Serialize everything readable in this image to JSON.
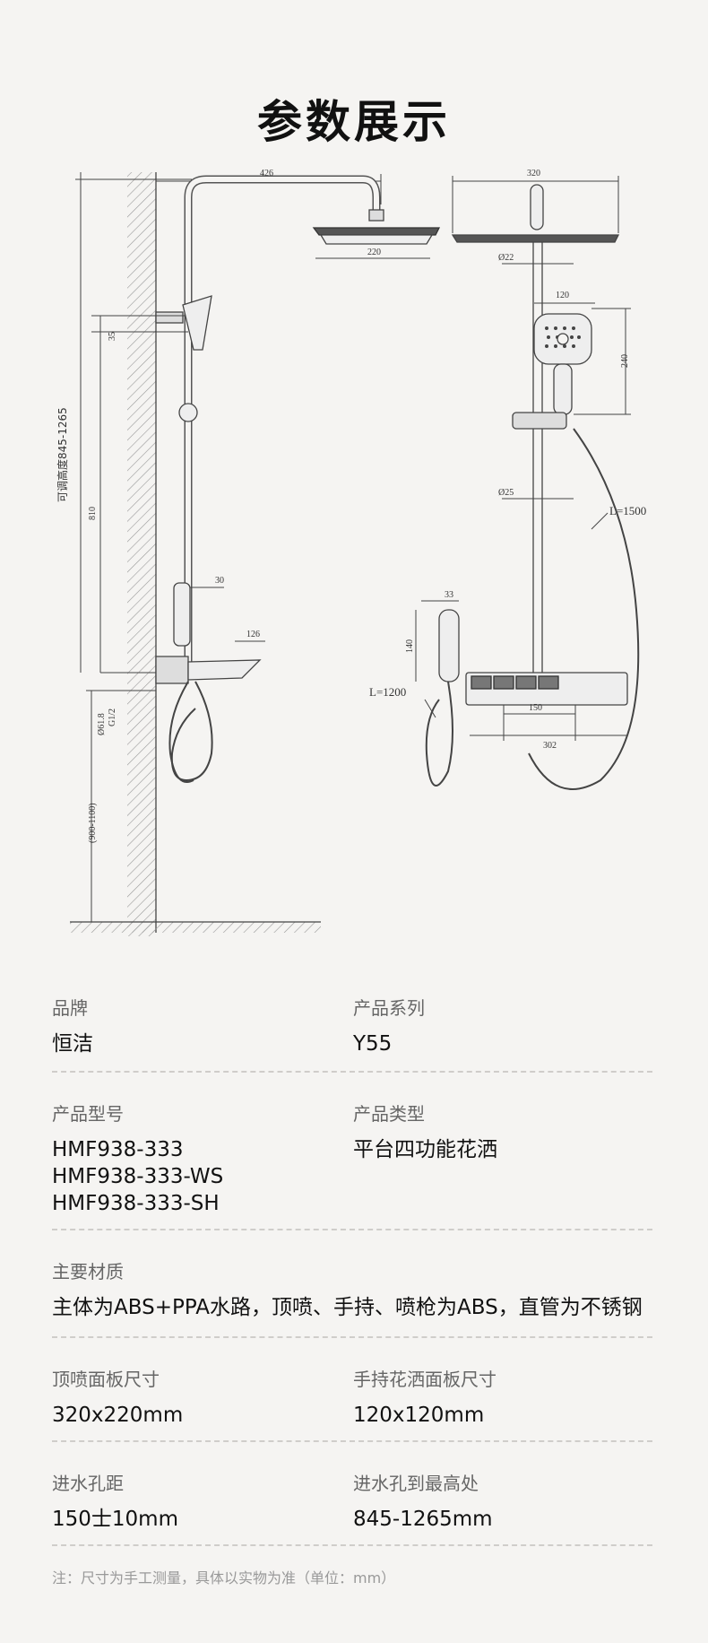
{
  "title": "参数展示",
  "drawing": {
    "left_view": {
      "dim_width": "426",
      "dim_head": "220",
      "dim_35": "35",
      "dim_810": "810",
      "dim_30": "30",
      "dim_126": "126",
      "dim_phi": "Ø61.8",
      "dim_g": "G1/2",
      "dim_range": "(900-1100)",
      "adjustable_height": "可调高度845-1265"
    },
    "right_view": {
      "dim_320": "320",
      "dim_phi22": "Ø22",
      "dim_120": "120",
      "dim_240": "240",
      "dim_phi25": "Ø25",
      "hose_long": "L=1500",
      "dim_33": "33",
      "dim_140": "140",
      "hose_short": "L=1200",
      "dim_150": "150",
      "dim_302": "302"
    }
  },
  "specs": {
    "brand_label": "品牌",
    "brand_value": "恒洁",
    "series_label": "产品系列",
    "series_value": "Y55",
    "model_label": "产品型号",
    "model_values": [
      "HMF938-333",
      "HMF938-333-WS",
      "HMF938-333-SH"
    ],
    "type_label": "产品类型",
    "type_value": "平台四功能花洒",
    "material_label": "主要材质",
    "material_value": "主体为ABS+PPA水路，顶喷、手持、喷枪为ABS，直管为不锈钢",
    "top_panel_label": "顶喷面板尺寸",
    "top_panel_value": "320x220mm",
    "hand_panel_label": "手持花洒面板尺寸",
    "hand_panel_value": "120x120mm",
    "inlet_distance_label": "进水孔距",
    "inlet_distance_value": "150士10mm",
    "inlet_height_label": "进水孔到最高处",
    "inlet_height_value": "845-1265mm"
  },
  "note": "注：尺寸为手工测量，具体以实物为准（单位：mm）"
}
